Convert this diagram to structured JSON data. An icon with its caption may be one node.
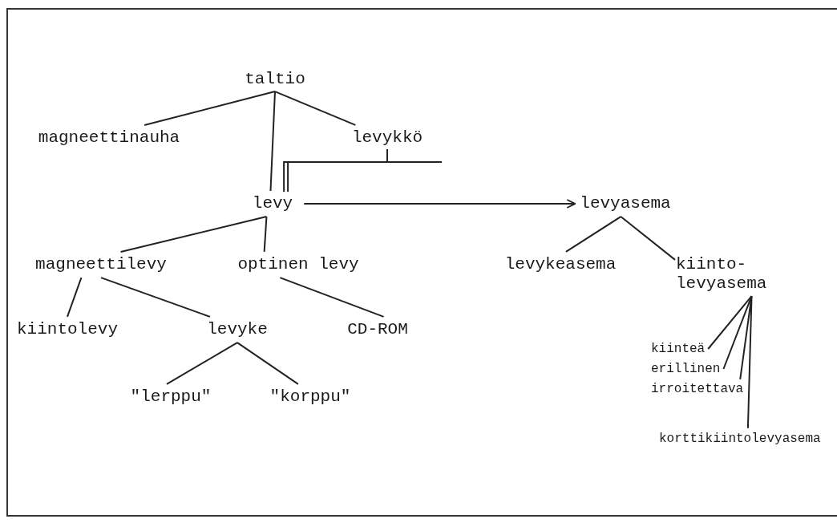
{
  "diagram": {
    "nodes": [
      {
        "text": [
          "taltio"
        ]
      },
      {
        "text": [
          "magneettinauha"
        ]
      },
      {
        "text": [
          "levykkö"
        ]
      },
      {
        "text": [
          "levy"
        ]
      },
      {
        "text": [
          "levyasema"
        ]
      },
      {
        "text": [
          "magneettilevy"
        ]
      },
      {
        "text": [
          "optinen levy"
        ]
      },
      {
        "text": [
          "levykeasema"
        ]
      },
      {
        "text": [
          "kiinto- levyasema"
        ]
      },
      {
        "text": [
          "kiintolevy"
        ]
      },
      {
        "text": [
          "levyke"
        ]
      },
      {
        "text": [
          "CD-ROM"
        ]
      },
      {
        "text": [
          "kiinteä"
        ]
      },
      {
        "text": [
          "erillinen"
        ]
      },
      {
        "text": [
          "irroitettava"
        ]
      },
      {
        "text": [
          "\"lerppu\""
        ]
      },
      {
        "text": [
          "\"korppu\""
        ]
      },
      {
        "text": [
          "korttikiintolevyasema"
        ]
      }
    ],
    "edges": [
      {
        "from": 0,
        "to": 1,
        "arrow": "none"
      },
      {
        "from": 0,
        "to": 3,
        "arrow": "none"
      },
      {
        "from": 0,
        "to": 2,
        "arrow": "none"
      },
      {
        "from": 2,
        "to": 3,
        "arrow": "none"
      },
      {
        "from": 3,
        "to": 4,
        "arrow": "to"
      },
      {
        "from": 3,
        "to": 5,
        "arrow": "none"
      },
      {
        "from": 3,
        "to": 6,
        "arrow": "none"
      },
      {
        "from": 4,
        "to": 7,
        "arrow": "none"
      },
      {
        "from": 4,
        "to": 8,
        "arrow": "none"
      },
      {
        "from": 5,
        "to": 9,
        "arrow": "none"
      },
      {
        "from": 5,
        "to": 10,
        "arrow": "none"
      },
      {
        "from": 6,
        "to": 11,
        "arrow": "none"
      },
      {
        "from": 10,
        "to": 15,
        "arrow": "none"
      },
      {
        "from": 10,
        "to": 16,
        "arrow": "none"
      },
      {
        "from": 8,
        "to": 12,
        "arrow": "none"
      },
      {
        "from": 8,
        "to": 13,
        "arrow": "none"
      },
      {
        "from": 8,
        "to": 14,
        "arrow": "none"
      },
      {
        "from": 8,
        "to": 17,
        "arrow": "none"
      }
    ]
  }
}
